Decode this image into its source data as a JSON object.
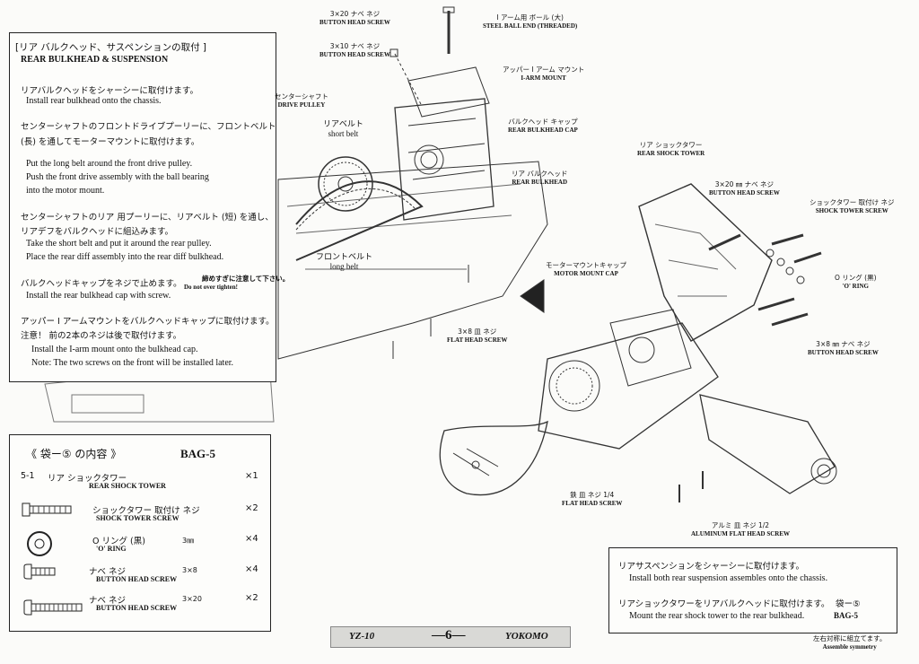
{
  "step_box": {
    "title_jp": "[リア バルクヘッド、サスペンションの取付 ]",
    "title_en": "REAR BULKHEAD & SUSPENSION",
    "lines": [
      {
        "jp": "リアバルクヘッドをシャーシーに取付けます。",
        "en": "Install rear bulkhead onto the chassis."
      },
      {
        "jp": "センターシャフトのフロントドライブプーリーに、フロントベルト",
        "en": ""
      },
      {
        "jp": "(長) を通してモーターマウントに取付けます。",
        "en": ""
      },
      {
        "jp": "",
        "en": "Put the long belt around the front drive pulley."
      },
      {
        "jp": "",
        "en": "Push the front drive assembly with the ball bearing"
      },
      {
        "jp": "",
        "en": "into the motor mount."
      },
      {
        "jp": "センターシャフトのリア 用プーリーに、リアベルト (短) を通し、",
        "en": ""
      },
      {
        "jp": "リアデフをバルクヘッドに組込みます。",
        "en": ""
      },
      {
        "jp": "",
        "en": "Take the short belt and put it around the rear pulley."
      },
      {
        "jp": "",
        "en": "Place the rear diff assembly into the rear diff bulkhead."
      },
      {
        "jp": "バルクヘッドキャップをネジで止めます。",
        "en": ""
      },
      {
        "jp": "",
        "en": "Install the rear bulkhead cap with screw."
      },
      {
        "jp": "アッパー I アームマウントをバルクヘッドキャップに取付けます。",
        "en": ""
      },
      {
        "jp": "注意！   前の2本のネジは後で取付けます。",
        "en": ""
      },
      {
        "jp": "",
        "en": "Install the I-arm mount onto the bulkhead cap."
      },
      {
        "jp": "",
        "en": "Note: The two screws on the front will be installed later."
      }
    ],
    "warn_jp": "締めすぎに注意して下さい。",
    "warn_en": "Do not over tighten!"
  },
  "bag_box": {
    "title_jp": "《 袋ー⑤ の内容 》",
    "title_en": "BAG-5",
    "items": [
      {
        "code": "5-1",
        "jp": "リア ショックタワー",
        "en": "REAR SHOCK TOWER",
        "size": "",
        "qty": "×1"
      },
      {
        "code": "",
        "jp": "ショックタワー 取付け ネジ",
        "en": "SHOCK TOWER SCREW",
        "size": "",
        "qty": "×2"
      },
      {
        "code": "",
        "jp": "O リング (黒)",
        "en": "'O' RING",
        "size": "3㎜",
        "qty": "×4"
      },
      {
        "code": "",
        "jp": "ナベ ネジ",
        "en": "BUTTON HEAD SCREW",
        "size": "3×8",
        "qty": "×4"
      },
      {
        "code": "",
        "jp": "ナベ ネジ",
        "en": "BUTTON HEAD SCREW",
        "size": "3×20",
        "qty": "×2"
      }
    ]
  },
  "install_box": {
    "lines": [
      {
        "jp": "リアサスペンションをシャーシーに取付けます。",
        "en": "Install both rear suspension assembles onto the chassis."
      },
      {
        "jp": "リアショックタワーをリアバルクヘッドに取付けます。",
        "en": "Mount the rear shock tower to the rear bulkhead."
      }
    ],
    "bag_jp": "袋ー⑤",
    "bag_en": "BAG-5"
  },
  "labels": {
    "screw_3x20": {
      "jp": "3×20   ナベ ネジ",
      "en": "BUTTON HEAD SCREW"
    },
    "ball_end": {
      "jp": "I アーム用 ボール (大)",
      "en": "STEEL BALL END (THREADED)"
    },
    "screw_3x10": {
      "jp": "3×10   ナベ ネジ",
      "en": "BUTTON HEAD SCREW"
    },
    "iarm_mount": {
      "jp": "アッパー I アーム マウント",
      "en": "I-ARM MOUNT"
    },
    "center_shaft": {
      "jp": "センターシャフト",
      "en": "DRIVE PULLEY"
    },
    "rear_belt": {
      "jp": "リアベルト",
      "en": "short belt"
    },
    "bulkhead_cap": {
      "jp": "バルクヘッド キャップ",
      "en": "REAR BULKHEAD CAP"
    },
    "rear_bulkhead": {
      "jp": "リア バルクヘッド",
      "en": "REAR BULKHEAD"
    },
    "front_belt": {
      "jp": "フロントベルト",
      "en": "long belt"
    },
    "flat_3x8": {
      "jp": "3×8   皿 ネジ",
      "en": "FLAT HEAD SCREW"
    },
    "shock_tower": {
      "jp": "リア ショックタワー",
      "en": "REAR SHOCK TOWER"
    },
    "screw_3x20mm": {
      "jp": "3×20 ㎜ ナベ ネジ",
      "en": "BUTTON HEAD SCREW"
    },
    "tower_screw": {
      "jp": "ショックタワー 取付け ネジ",
      "en": "SHOCK TOWER SCREW"
    },
    "o_ring": {
      "jp": "O リング (黒)",
      "en": "'O' RING"
    },
    "motor_cap": {
      "jp": "モーターマウントキャップ",
      "en": "MOTOR MOUNT CAP"
    },
    "screw_3x8": {
      "jp": "3×8 ㎜ ナベ ネジ",
      "en": "BUTTON HEAD SCREW"
    },
    "iron_flat": {
      "jp": "鉄 皿 ネジ 1/4",
      "en": "FLAT HEAD SCREW"
    },
    "alu_flat": {
      "jp": "アルミ 皿 ネジ 1/2",
      "en": "ALUMINUM FLAT HEAD SCREW"
    }
  },
  "symmetry": {
    "jp": "左右対称に組立てます。",
    "en": "Assemble symmetry"
  },
  "footer": {
    "model": "YZ-10",
    "page": "—6—",
    "brand": "YOKOMO"
  },
  "colors": {
    "ink": "#111111",
    "paper": "#fbfbf9",
    "footer_bg": "#d9d9d6"
  }
}
